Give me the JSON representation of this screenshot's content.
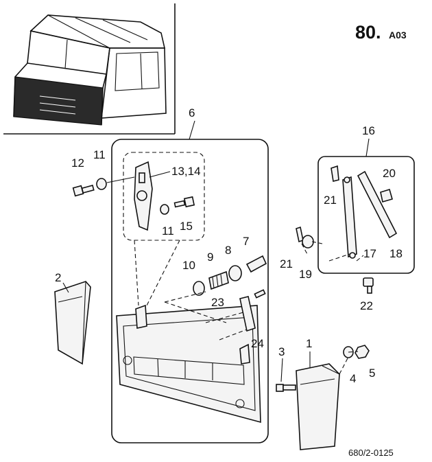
{
  "sheet": {
    "number": "80.",
    "suffix": "A03",
    "drawing_code": "680/2-0125"
  },
  "callouts": {
    "c1": "1",
    "c2": "2",
    "c3": "3",
    "c4": "4",
    "c5": "5",
    "c6": "6",
    "c7": "7",
    "c8": "8",
    "c9": "9",
    "c10": "10",
    "c11a": "11",
    "c11b": "11",
    "c12": "12",
    "c13_14": "13,14",
    "c15": "15",
    "c16": "16",
    "c17": "17",
    "c18": "18",
    "c19": "19",
    "c20": "20",
    "c21a": "21",
    "c21b": "21",
    "c22": "22",
    "c23": "23",
    "c24": "24"
  }
}
